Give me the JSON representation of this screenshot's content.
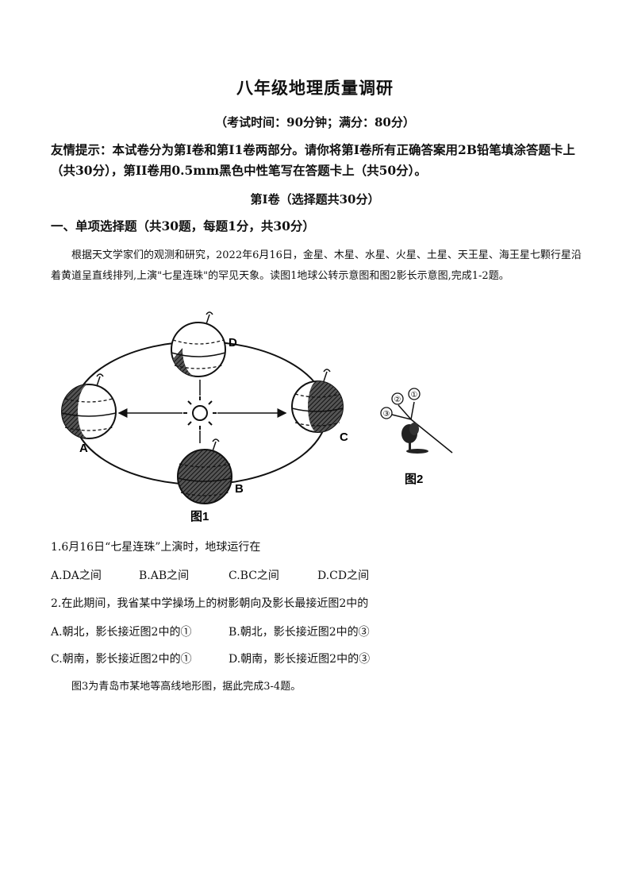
{
  "header": {
    "title": "八年级地理质量调研",
    "subtitle": "（考试时间：90分钟；满分：80分）"
  },
  "tips": "友情提示：本试卷分为第Ⅰ卷和第I1卷两部分。请你将第Ⅰ卷所有正确答案用2B铅笔填涂答题卡上（共30分），第II卷用0.5mm黑色中性笔写在答题卡上（共50分）。",
  "section_title": "第Ⅰ卷（选择题共30分）",
  "part_title": "一、单项选择题（共30题，每题1分，共30分）",
  "passage1": "根据天文学家们的观测和研究，2022年6月16日，金星、木星、水星、火星、土星、天王星、海王星七颗行星沿着黄道呈直线排列,上演\"七星连珠\"的罕见天象。读图1地球公转示意图和图2影长示意图,完成1-2题。",
  "figure1": {
    "caption": "图1",
    "labels": {
      "a": "A",
      "b": "B",
      "c": "C",
      "d": "D"
    }
  },
  "figure2": {
    "caption": "图2",
    "labels": {
      "one": "①",
      "two": "②",
      "three": "③"
    }
  },
  "questions": [
    {
      "stem": "1.6月16日“七星连珠”上演时，地球运行在",
      "options": [
        "A.DA之间",
        "B.AB之间",
        "C.BC之间",
        "D.CD之间"
      ]
    },
    {
      "stem": "2.在此期间，我省某中学操场上的树影朝向及影长最接近图2中的",
      "options": [
        "A.朝北，影长接近图2中的①",
        "B.朝北，影长接近图2中的③",
        "C.朝南，影长接近图2中的①",
        "D.朝南，影长接近图2中的③"
      ]
    }
  ],
  "passage2": "图3为青岛市某地等高线地形图，据此完成3-4题。"
}
